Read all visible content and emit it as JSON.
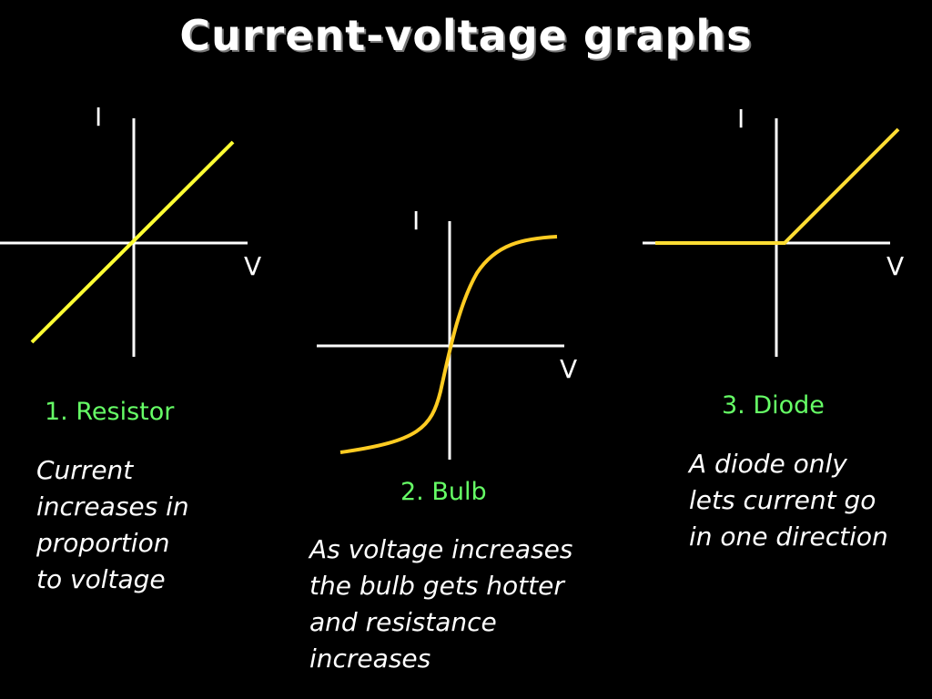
{
  "title": "Current-voltage graphs",
  "colors": {
    "background": "#000000",
    "axes": "#ffffff",
    "resistor_line": "#ffff33",
    "bulb_curve": "#ffcc22",
    "diode_line": "#ffdd33",
    "caption": "#66ff66",
    "text": "#ffffff"
  },
  "graphs": [
    {
      "id": "resistor",
      "caption": "1. Resistor",
      "y_axis_label": "I",
      "x_axis_label": "V",
      "description": "Current\nincreases in\nproportion\nto voltage"
    },
    {
      "id": "bulb",
      "caption": "2. Bulb",
      "y_axis_label": "I",
      "x_axis_label": "V",
      "description": "As voltage increases\nthe bulb gets hotter\nand resistance\nincreases"
    },
    {
      "id": "diode",
      "caption": "3. Diode",
      "y_axis_label": "I",
      "x_axis_label": "V",
      "description": "A diode only\nlets current go\nin one direction"
    }
  ]
}
